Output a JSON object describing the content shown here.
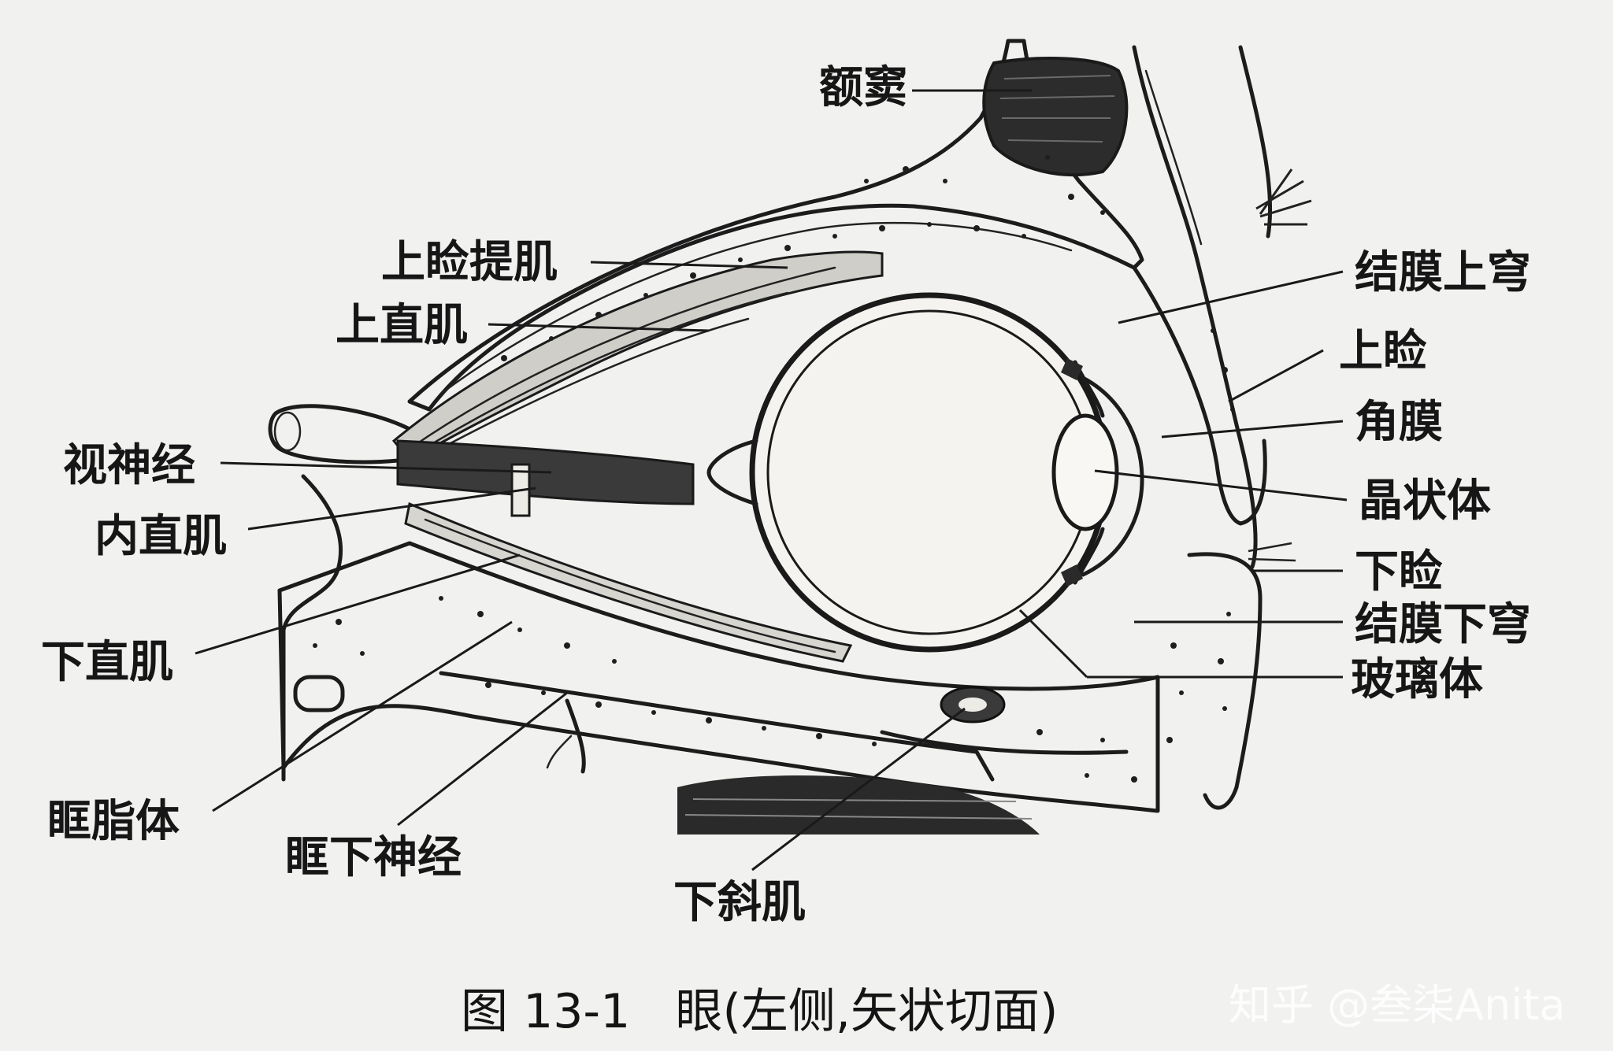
{
  "figure": {
    "caption": "图 13-1   眼(左侧,矢状切面)",
    "watermark": "知乎 @叁柒Anita"
  },
  "labels": {
    "frontal_sinus": "额窦",
    "levator": "上睑提肌",
    "superior_rectus": "上直肌",
    "optic_nerve": "视神经",
    "medial_rectus": "内直肌",
    "inferior_rectus": "下直肌",
    "orbital_fat": "眶脂体",
    "infraorbital_nerve": "眶下神经",
    "inferior_oblique": "下斜肌",
    "superior_fornix": "结膜上穹",
    "upper_eyelid": "上睑",
    "cornea": "角膜",
    "lens": "晶状体",
    "lower_eyelid": "下睑",
    "inferior_fornix": "结膜下穹",
    "vitreous": "玻璃体"
  }
}
